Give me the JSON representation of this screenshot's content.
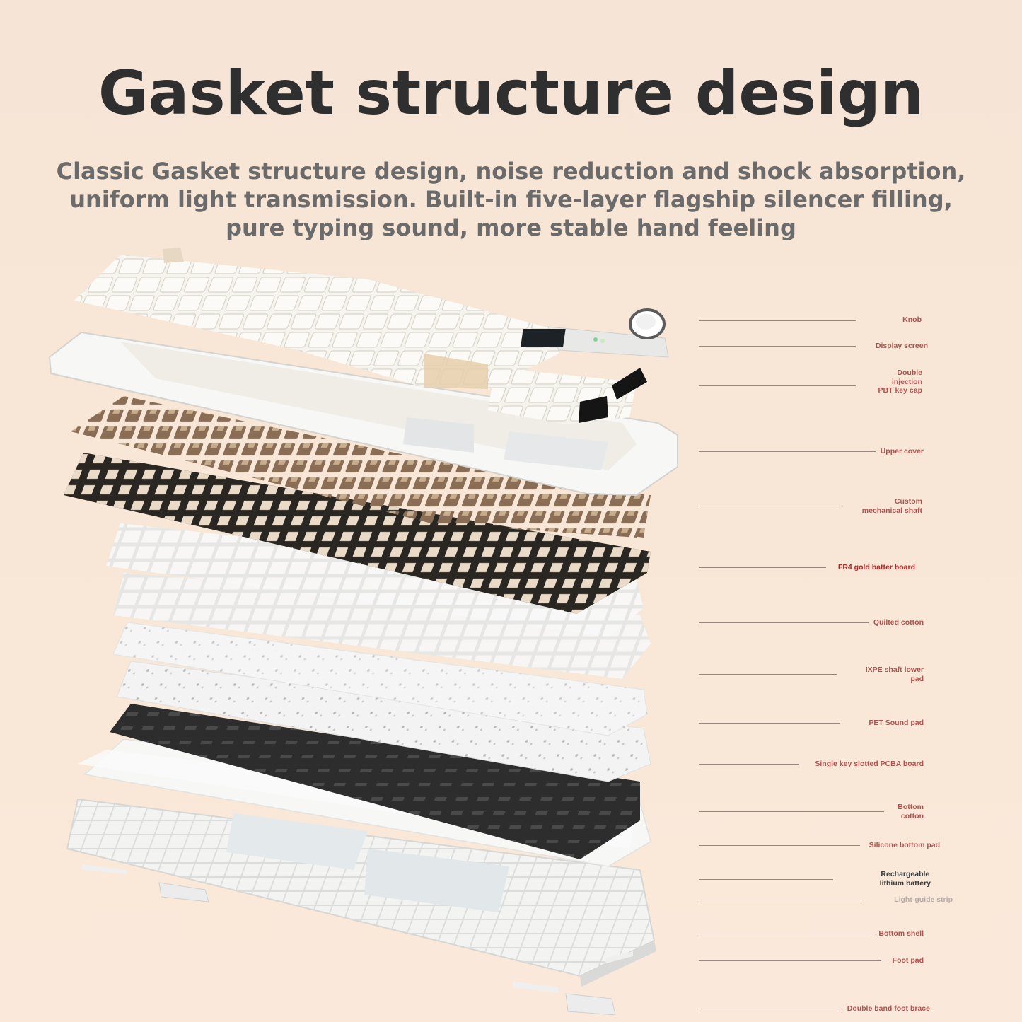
{
  "header": {
    "title": "Gasket structure design",
    "subtitle_lines": [
      "Classic Gasket structure design, noise reduction and shock absorption,",
      "uniform light transmission. Built-in five-layer flagship silencer filling,",
      "pure typing sound, more stable hand feeling"
    ]
  },
  "colors": {
    "title": "#2f2f2f",
    "subtitle": "#6b6b6b",
    "label": "#b0524f",
    "label_emphasis": "#b32a26",
    "leader": "#9a8680"
  },
  "labels": [
    {
      "id": "knob",
      "lines": [
        "Knob"
      ]
    },
    {
      "id": "display-screen",
      "lines": [
        "Display screen"
      ]
    },
    {
      "id": "keycap",
      "lines": [
        "Double",
        "injection",
        "PBT key cap"
      ]
    },
    {
      "id": "upper-cover",
      "lines": [
        "Upper cover"
      ]
    },
    {
      "id": "mechanical-shaft",
      "lines": [
        "Custom",
        "mechanical shaft"
      ]
    },
    {
      "id": "fr4-board",
      "lines": [
        "FR4 gold batter board"
      ]
    },
    {
      "id": "quilted-cotton",
      "lines": [
        "Quilted cotton"
      ]
    },
    {
      "id": "ixpe-pad",
      "lines": [
        "IXPE shaft lower",
        "pad"
      ]
    },
    {
      "id": "pet-pad",
      "lines": [
        "PET Sound pad"
      ]
    },
    {
      "id": "pcba-board",
      "lines": [
        "Single key slotted PCBA board"
      ]
    },
    {
      "id": "bottom-cotton",
      "lines": [
        "Bottom",
        "cotton"
      ]
    },
    {
      "id": "silicone-pad",
      "lines": [
        "Silicone bottom pad"
      ]
    },
    {
      "id": "battery",
      "lines": [
        "Rechargeable",
        "lithium battery"
      ]
    },
    {
      "id": "light-guide",
      "lines": [
        "Light-guide strip"
      ]
    },
    {
      "id": "bottom-shell",
      "lines": [
        "Bottom shell"
      ]
    },
    {
      "id": "foot-pad",
      "lines": [
        "Foot pad"
      ]
    },
    {
      "id": "foot-brace",
      "lines": [
        "Double band foot brace"
      ]
    }
  ]
}
